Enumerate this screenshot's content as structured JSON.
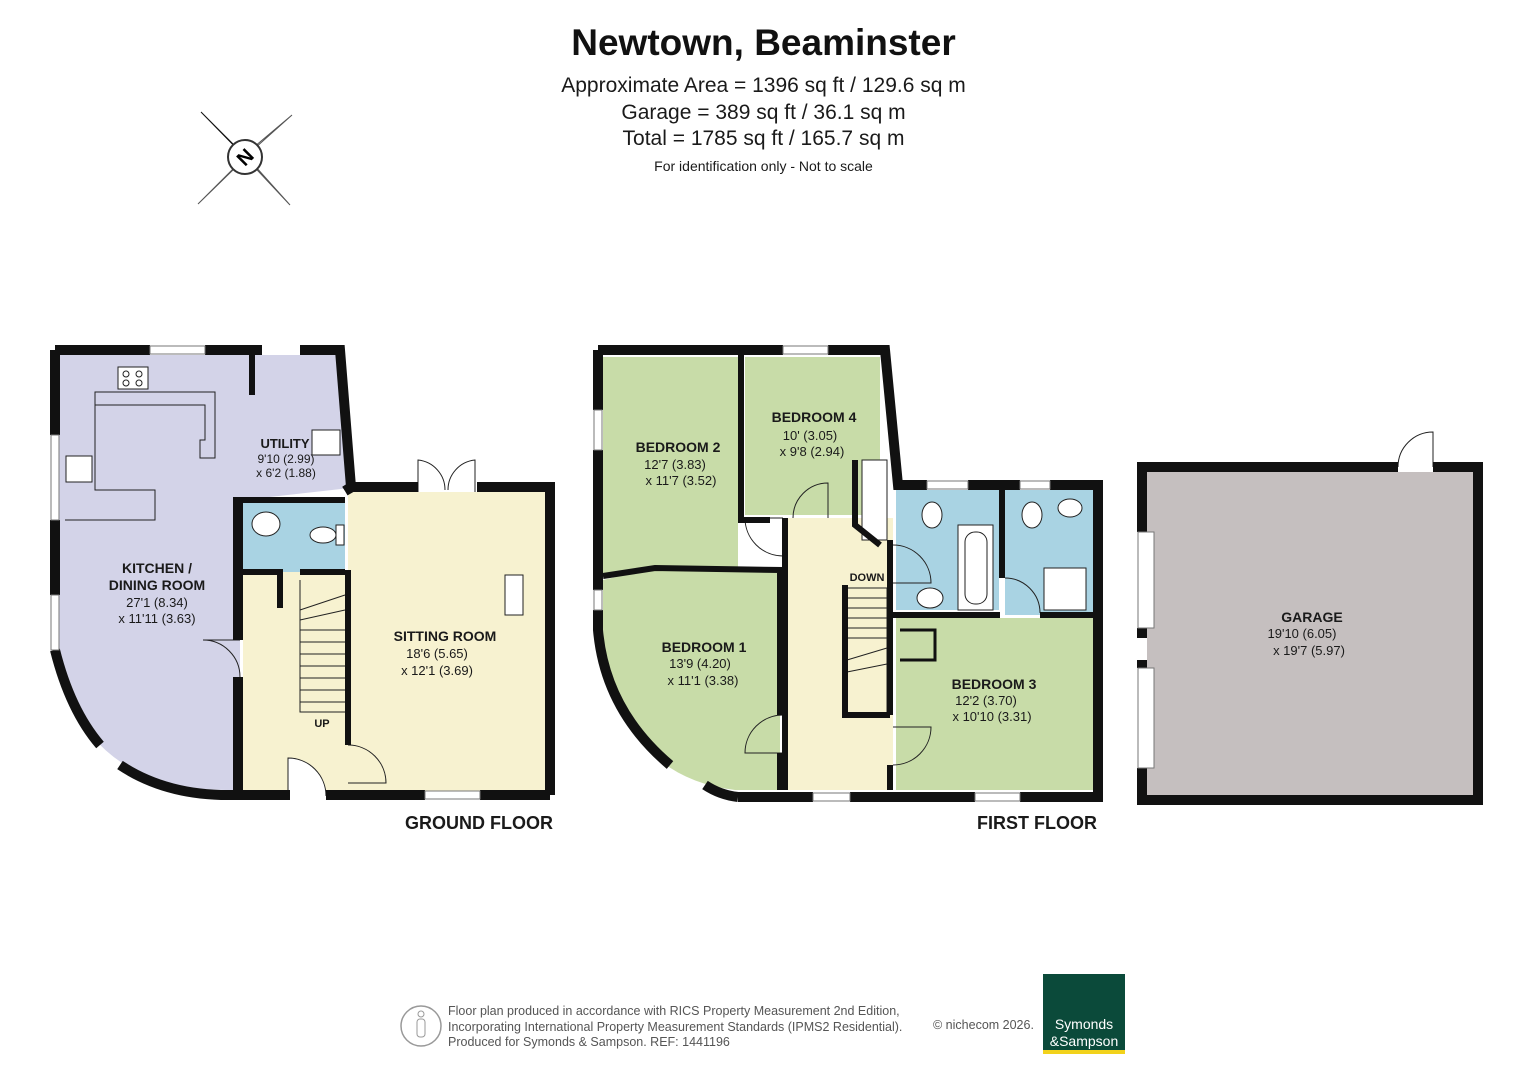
{
  "header": {
    "title": "Newtown, Beaminster",
    "approx_area": "Approximate Area = 1396 sq ft / 129.6 sq m",
    "garage_area": "Garage = 389 sq ft / 36.1 sq m",
    "total_area": "Total = 1785 sq ft / 165.7 sq m",
    "disclaimer": "For identification only - Not to scale"
  },
  "compass": {
    "label": "N"
  },
  "ground_floor": {
    "label": "GROUND FLOOR",
    "kitchen": {
      "name1": "KITCHEN /",
      "name2": "DINING ROOM",
      "dim1": "27'1 (8.34)",
      "dim2": "x 11'11 (3.63)"
    },
    "utility": {
      "name": "UTILITY",
      "dim1": "9'10 (2.99)",
      "dim2": "x 6'2 (1.88)"
    },
    "sitting": {
      "name": "SITTING ROOM",
      "dim1": "18'6 (5.65)",
      "dim2": "x 12'1 (3.69)"
    },
    "stairs_label": "UP"
  },
  "first_floor": {
    "label": "FIRST FLOOR",
    "bedroom2": {
      "name": "BEDROOM 2",
      "dim1": "12'7 (3.83)",
      "dim2": "x 11'7 (3.52)"
    },
    "bedroom4": {
      "name": "BEDROOM 4",
      "dim1": "10' (3.05)",
      "dim2": "x 9'8 (2.94)"
    },
    "bedroom1": {
      "name": "BEDROOM 1",
      "dim1": "13'9 (4.20)",
      "dim2": "x 11'1 (3.38)"
    },
    "bedroom3": {
      "name": "BEDROOM 3",
      "dim1": "12'2 (3.70)",
      "dim2": "x 10'10 (3.31)"
    },
    "stairs_label": "DOWN"
  },
  "garage": {
    "name": "GARAGE",
    "dim1": "19'10 (6.05)",
    "dim2": "x 19'7 (5.97)"
  },
  "colors": {
    "kitchen": "#d3d3e8",
    "hall": "#f7f2d0",
    "wet": "#a9d3e3",
    "bedroom": "#c8dca8",
    "garage": "#c5bfbf",
    "wall": "#111111",
    "logo": "#0b4a3a"
  },
  "footer": {
    "line1": "Floor plan produced in accordance with RICS Property Measurement 2nd Edition,",
    "line2": "Incorporating International Property Measurement Standards (IPMS2 Residential).",
    "line3": "Produced for Symonds & Sampson.    REF: 1441196",
    "copyright": "© nichecom 2026.",
    "logo_line1": "Symonds",
    "logo_line2": "&Sampson"
  }
}
